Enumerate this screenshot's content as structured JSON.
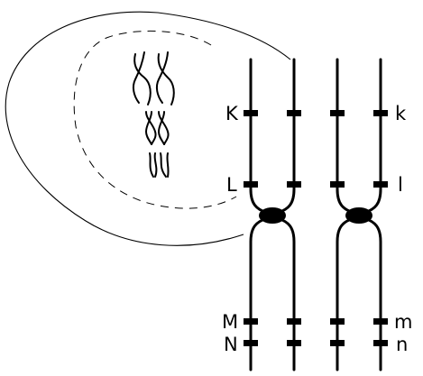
{
  "labels": {
    "left": [
      "K",
      "L",
      "M",
      "N"
    ],
    "right": [
      "k",
      "l",
      "m",
      "n"
    ]
  },
  "colors": {
    "stroke": "#000000",
    "background": "#ffffff"
  }
}
